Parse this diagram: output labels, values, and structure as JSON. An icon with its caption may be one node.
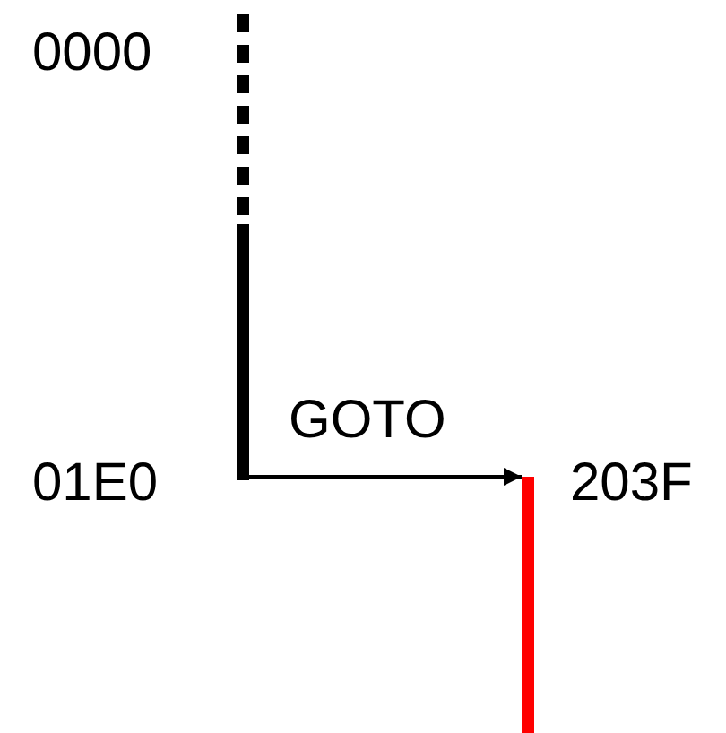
{
  "diagram": {
    "nodes": [
      {
        "text": [],
        "shape": "bar"
      },
      {
        "text": [],
        "shape": "bar"
      }
    ],
    "edges": [
      {
        "from": 0,
        "to": 1,
        "arrow": "to",
        "label": "GOTO"
      }
    ],
    "labels": [
      "0000",
      "01E0",
      "203F"
    ]
  }
}
